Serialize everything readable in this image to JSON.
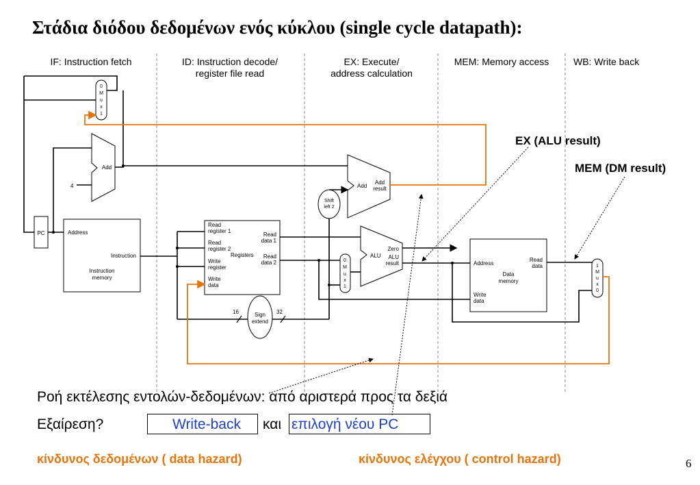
{
  "title": "Στάδια διόδου δεδομένων ενός κύκλου (single cycle datapath):",
  "stages": [
    {
      "line1": "IF: Instruction fetch",
      "line2": ""
    },
    {
      "line1": "ID: Instruction decode/",
      "line2": "register file read"
    },
    {
      "line1": "EX: Execute/",
      "line2": "address calculation"
    },
    {
      "line1": "MEM: Memory access",
      "line2": ""
    },
    {
      "line1": "WB: Write back",
      "line2": ""
    }
  ],
  "annotations": {
    "ex_result": "EX (ALU result)",
    "mem_result": "MEM (DM result)"
  },
  "components": {
    "pc": "PC",
    "mux_labels": [
      "0",
      "M",
      "u",
      "x",
      "1"
    ],
    "mux_wb_labels": [
      "1",
      "M",
      "u",
      "x",
      "0"
    ],
    "add": "Add",
    "add_result_line1": "Add",
    "add_result_line2": "result",
    "four": "4",
    "shift_line1": "Shift",
    "shift_line2": "left 2",
    "imem_address": "Address",
    "imem_instruction": "Instruction",
    "imem_name_line1": "Instruction",
    "imem_name_line2": "memory",
    "reg_read1_line1": "Read",
    "reg_read1_line2": "register 1",
    "reg_read2_line1": "Read",
    "reg_read2_line2": "register 2",
    "reg_write_line1": "Write",
    "reg_write_line2": "register",
    "reg_wdata_line1": "Write",
    "reg_wdata_line2": "data",
    "reg_name": "Registers",
    "reg_rd1_line1": "Read",
    "reg_rd1_line2": "data 1",
    "reg_rd2_line1": "Read",
    "reg_rd2_line2": "data 2",
    "alu": "ALU",
    "alu_zero": "Zero",
    "alu_result_line1": "ALU",
    "alu_result_line2": "result",
    "dmem_address": "Address",
    "dmem_read_line1": "Read",
    "dmem_read_line2": "data",
    "dmem_name_line1": "Data",
    "dmem_name_line2": "memory",
    "dmem_write_line1": "Write",
    "dmem_write_line2": "data",
    "sign_line1": "Sign",
    "sign_line2": "extend",
    "bits_16": "16",
    "bits_32": "32"
  },
  "captions": {
    "flow": "Ροή εκτέλεσης εντολών-δεδομένων: από αριστερά προς τα δεξιά",
    "exception": "Εξαίρεση?",
    "writeback": "Write-back",
    "and": "και",
    "new_pc": "επιλογή νέου PC"
  },
  "hazards": {
    "data": "κίνδυνος δεδομένων  ( data hazard)",
    "control": "κίνδυνος ελέγχου  ( control hazard)"
  },
  "page_number": "6",
  "colors": {
    "feedback": "#e8740c",
    "highlight_text": "#1f3fc8"
  }
}
